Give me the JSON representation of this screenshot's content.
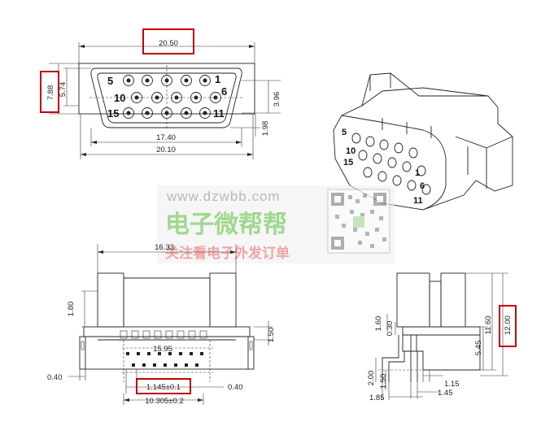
{
  "front_view": {
    "dims": {
      "width_top": "20.50",
      "height_left_outer": "7.88",
      "height_left_inner": "5.74",
      "height_right": "3.96",
      "height_right_low": "1.98",
      "width_inner": "17.40",
      "width_bottom": "20.10"
    },
    "pin_labels": [
      "5",
      "1",
      "10",
      "6",
      "15",
      "11"
    ]
  },
  "iso_view": {
    "pin_labels": [
      "5",
      "10",
      "15",
      "1",
      "6",
      "11"
    ]
  },
  "bottom_view": {
    "dims": {
      "top_width": "16.33",
      "left_height": "1.80",
      "right_height": "1.50",
      "inner_width": "15.95",
      "pitch": "1.145±0.1",
      "left_gap": "0.40",
      "right_gap": "0.40",
      "bottom_width": "10.305±0.2"
    }
  },
  "side_view": {
    "dims": {
      "h_160": "1.60",
      "h_030": "0.30",
      "h_545": "5.45",
      "h_1160": "11.60",
      "h_1200": "12.00",
      "h_200": "2.00",
      "h_150": "1.50",
      "w_185": "1.85",
      "w_115": "1.15",
      "w_145": "1.45"
    }
  },
  "watermark": {
    "url": "www.dzwbb.com",
    "title": "电子微帮帮",
    "subtitle": "关注看电子外发订单"
  },
  "colors": {
    "highlight": "#c00000",
    "line": "#222222",
    "wm_green": "#9fd88f",
    "wm_red": "#f2a3a3"
  }
}
